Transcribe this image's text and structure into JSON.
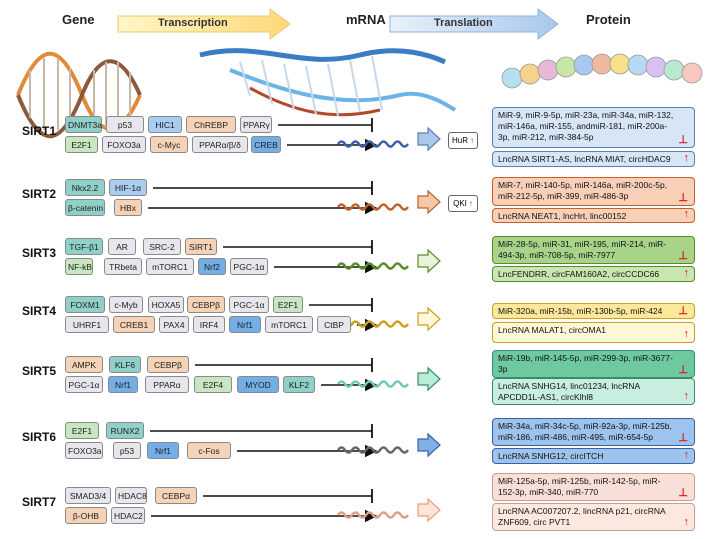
{
  "headers": {
    "gene": "Gene",
    "transcription": "Transcription",
    "mrna": "mRNA",
    "translation": "Translation",
    "protein": "Protein"
  },
  "rows": [
    {
      "name": "SIRT1",
      "color": "#3e5fa8",
      "activators": [
        "E2F1",
        "FOXO3a",
        "c-Myc",
        "PPARα/β/δ",
        "CREB"
      ],
      "repressors": [
        "DNMT3a",
        "p53",
        "HIC1",
        "ChREBP",
        "PPARγ"
      ],
      "protein_regulator": "HuR",
      "mirna_text": "MiR-9, miR-9-5p, miR-23a, miR-34a, miR-132, miR-146a, miR-155, andmiR-181, miR-200a-3p, miR-212, miR-384-5p",
      "lncrna_text": "LncRNA SIRT1-AS, lncRNA MIAT, circHDAC9"
    },
    {
      "name": "SIRT2",
      "color": "#c0622a",
      "activators": [
        "β-catenin",
        "HBx"
      ],
      "repressors": [
        "Nkx2.2",
        "HIF-1α"
      ],
      "protein_regulator": "QKI",
      "mirna_text": "MiR-7, miR-140-5p, miR-146a, miR-200c-5p, miR-212-5p, miR-399, miR-486-3p",
      "lncrna_text": "LncRNA NEAT1, lncHrt, linc00152"
    },
    {
      "name": "SIRT3",
      "color": "#5a8a2c",
      "activators": [
        "NF-kB",
        "TRbeta",
        "mTORC1",
        "Nrf2",
        "PGC-1α"
      ],
      "repressors": [
        "TGF-β1",
        "AR",
        "SRC-2",
        "SIRT1"
      ],
      "mirna_text": "MiR-28-5p, miR-31, miR-195, miR-214, miR-494-3p, miR-708-5p, miR-7977",
      "lncrna_text": "LncFENDRR, circFAM160A2, circCCDC66"
    },
    {
      "name": "SIRT4",
      "color": "#c9a020",
      "activators": [
        "UHRF1",
        "CREB1",
        "PAX4",
        "IRF4",
        "Nrf1",
        "mTORC1",
        "CtBP"
      ],
      "repressors": [
        "FOXM1",
        "c-Myb",
        "HOXA5",
        "CEBPβ",
        "PGC-1α",
        "E2F1"
      ],
      "mirna_text": "MiR-320a, miR-15b, miR-130b-5p, miR-424",
      "lncrna_text": "LncRNA MALAT1, circOMA1"
    },
    {
      "name": "SIRT5",
      "color": "#6ec9bd",
      "activators": [
        "PGC-1α",
        "Nrf1",
        "PPARα",
        "E2F4",
        "MYOD",
        "KLF2"
      ],
      "repressors": [
        "AMPK",
        "KLF6",
        "CEBPβ"
      ],
      "mirna_text": "MiR-19b, miR-145-5p, miR-299-3p, miR-3677-3p",
      "lncrna_text": "LncRNA SNHG14, linc01234, lncRNA APCDD1L-AS1, circKlhl8"
    },
    {
      "name": "SIRT6",
      "color": "#666666",
      "activators": [
        "FOXO3a",
        "p53",
        "Nrf1",
        "c-Fos"
      ],
      "repressors": [
        "E2F1",
        "RUNX2"
      ],
      "mirna_text": "MiR-34a, miR-34c-5p, miR-92a-3p, miR-125b, miR-186, miR-486, miR-495, miR-654-5p",
      "lncrna_text": "LncRNA SNHG12, circITCH"
    },
    {
      "name": "SIRT7",
      "color": "#e0a080",
      "activators": [
        "β-OHB",
        "HDAC2"
      ],
      "repressors": [
        "SMAD3/4",
        "HDAC8",
        "CEBPα"
      ],
      "mirna_text": "MiR-125a-5p, miR-125b, miR-142-5p, miR-152-3p, miR-340, miR-770",
      "lncrna_text": "LncRNA AC007207.2, lincRNA p21, circRNA ZNF609, circ PVT1"
    }
  ]
}
